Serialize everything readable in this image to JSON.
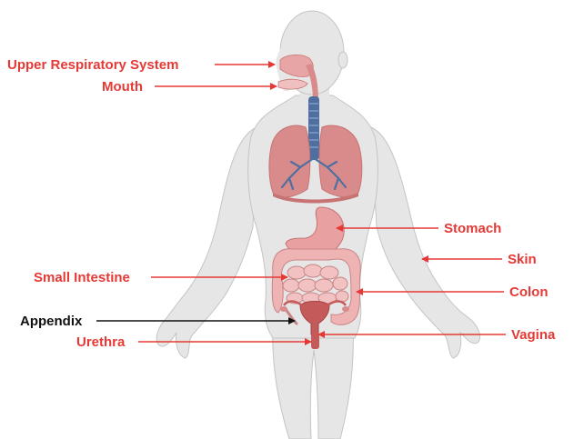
{
  "colors": {
    "label_red": "#e53935",
    "label_black": "#111111",
    "skin": "#e6e6e6",
    "skin_outline": "#c4c4c4",
    "lung": "#d98b8b",
    "lung_dark": "#c77373",
    "airway": "#4f6fa0",
    "stomach": "#e8a0a0",
    "intestine": "#eeb3b3",
    "uterus": "#c45a5a"
  },
  "labels": {
    "upper_respiratory": "Upper Respiratory System",
    "mouth": "Mouth",
    "stomach": "Stomach",
    "skin": "Skin",
    "small_intestine": "Small Intestine",
    "colon": "Colon",
    "appendix": "Appendix",
    "vagina": "Vagina",
    "urethra": "Urethra"
  },
  "icons": {
    "body": "human-body-silhouette",
    "lungs": "lungs-icon",
    "stomach": "stomach-icon",
    "intestine": "intestine-icon",
    "uterus": "uterus-icon"
  }
}
